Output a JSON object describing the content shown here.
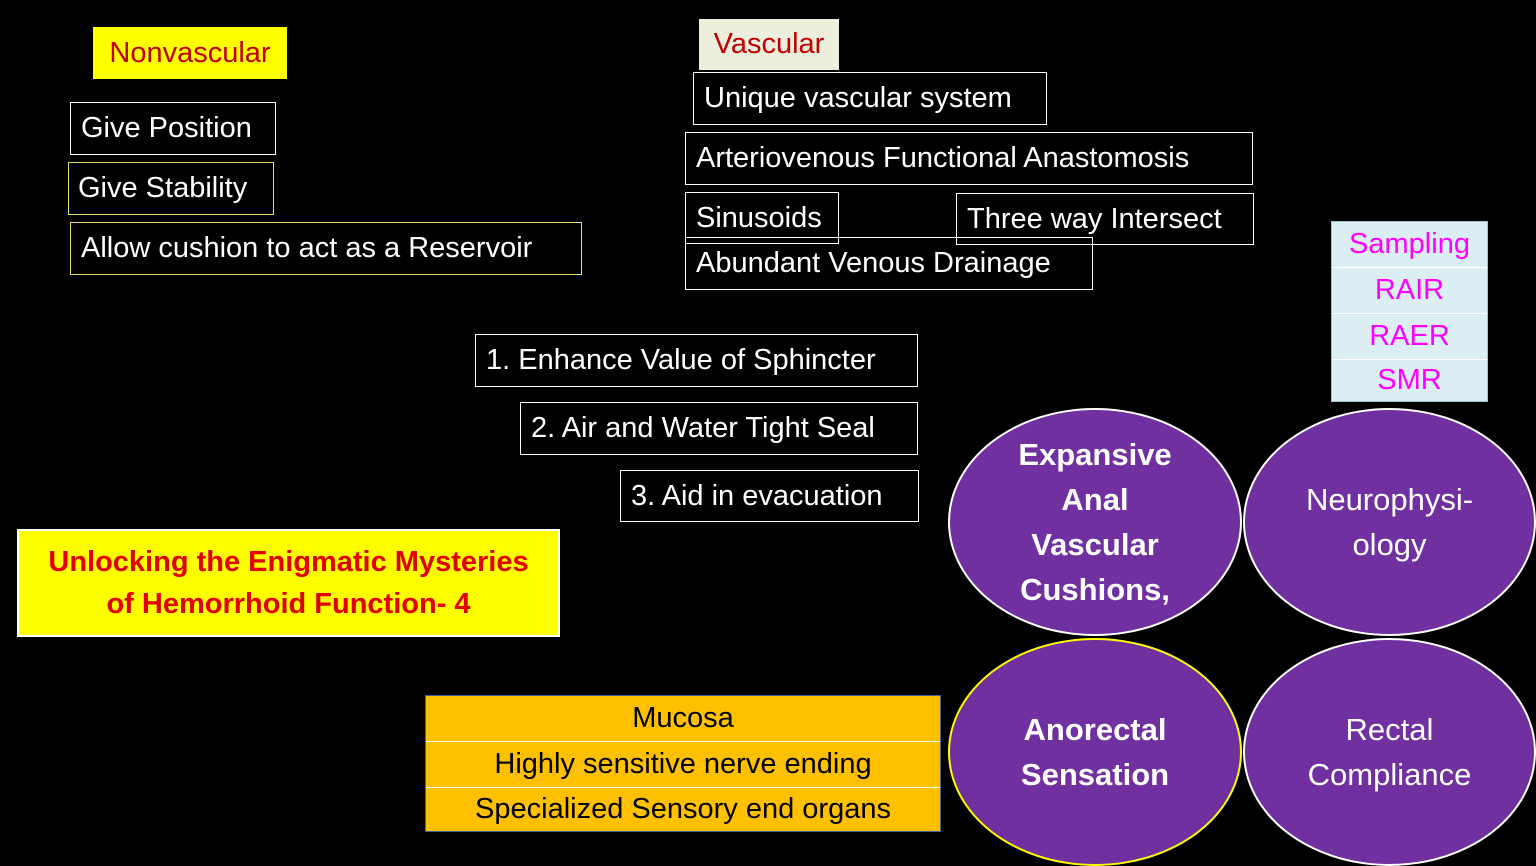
{
  "nonvascular": {
    "title": "Nonvascular",
    "items": [
      "Give Position",
      "Give Stability",
      "Allow cushion to act as a Reservoir"
    ]
  },
  "vascular": {
    "title": "Vascular",
    "items": [
      "Unique vascular system",
      "Arteriovenous Functional Anastomosis",
      "Sinusoids",
      "Three way Intersect",
      "Abundant Venous Drainage"
    ]
  },
  "functions": [
    "1. Enhance Value of Sphincter",
    "2. Air and Water Tight Seal",
    "3. Aid in evacuation"
  ],
  "title_box": {
    "line1": "Unlocking the Enigmatic Mysteries",
    "line2": "of Hemorrhoid Function- 4"
  },
  "sampling_table": [
    "Sampling",
    "RAIR",
    "RAER",
    "SMR"
  ],
  "mucosa_table": [
    "Mucosa",
    "Highly sensitive nerve ending",
    "Specialized Sensory end organs"
  ],
  "ellipses": {
    "cushions": "Expansive\nAnal\nVascular\nCushions,",
    "neuro": "Neurophysi-\nology",
    "sensation": "Anorectal\nSensation",
    "compliance": "Rectal\nCompliance"
  },
  "colors": {
    "purple": "#7030a0",
    "yellow": "#ffff00",
    "orange": "#ffc000",
    "red": "#c00000",
    "magenta": "#ff00ff"
  }
}
